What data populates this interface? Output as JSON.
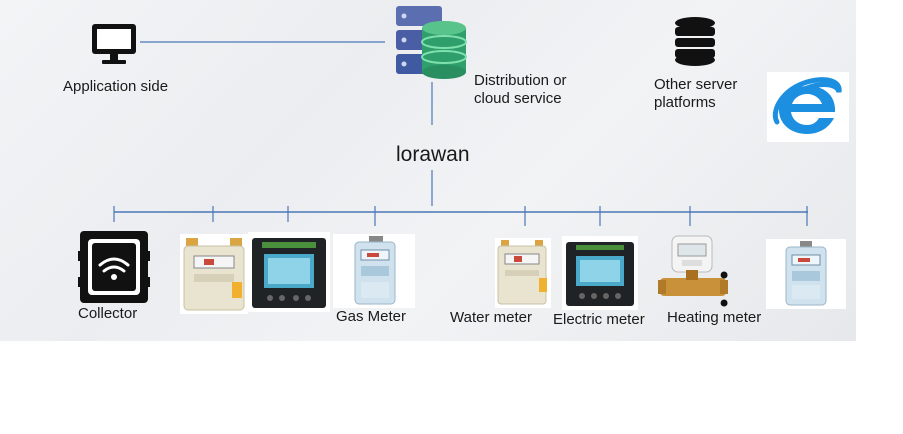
{
  "nodes": {
    "application": "Application side",
    "cloud": "Distribution or\ncloud service",
    "other_servers": "Other server\nplatforms",
    "network": "lorawan"
  },
  "devices": {
    "collector": "Collector",
    "gas_meter": "Gas Meter",
    "water_meter": "Water meter",
    "electric_meter": "Electric meter",
    "heating_meter": "Heating meter",
    "more": "• • •"
  },
  "colors": {
    "line": "#4a78b8",
    "cloud_green": "#2e9e6a",
    "server_blue": "#3f5aa0",
    "ie_blue": "#1d8fe0"
  }
}
